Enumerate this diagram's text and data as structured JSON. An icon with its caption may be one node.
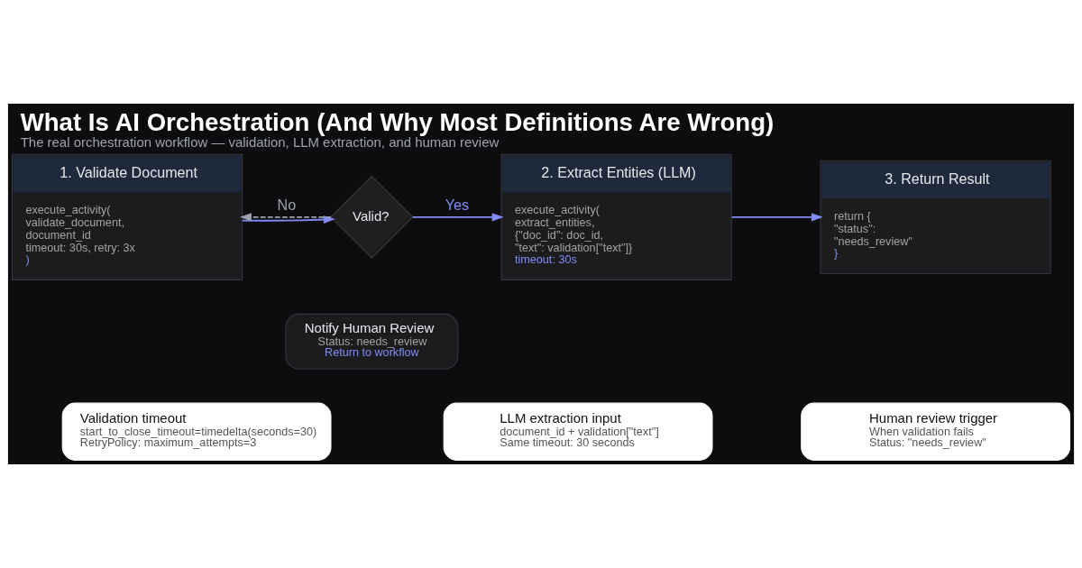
{
  "diagram": {
    "title": "What Is AI Orchestration (And Why Most Definitions Are Wrong)",
    "caption": "The real orchestration workflow — validation, LLM extraction, and human review",
    "nodes": [
      {
        "text": [
          "1. Validate Document",
          "execute_activity(",
          "validate_document,",
          "document_id",
          "timeout: 30s, retry: 3x",
          ")"
        ]
      },
      {
        "text": [
          "Valid?"
        ]
      },
      {
        "text": [
          "2. Extract Entities (LLM)",
          "execute_activity(",
          "extract_entities,",
          "{\"doc_id\": doc_id,",
          "\"text\": validation[\"text\"]}",
          "timeout: 30s"
        ]
      },
      {
        "text": [
          "3. Return Result",
          "return {",
          "\"status\":",
          "\"needs_review\"",
          "}"
        ]
      },
      {
        "text": [
          "Notify Human Review",
          "Status: needs_review",
          "Return to workflow"
        ]
      },
      {
        "text": [
          "Validation timeout",
          "start_to_close_timeout=timedelta(seconds=30)",
          "RetryPolicy: maximum_attempts=3"
        ]
      },
      {
        "text": [
          "LLM extraction input",
          "document_id + validation[\"text\"]",
          "Same timeout: 30 seconds"
        ]
      },
      {
        "text": [
          "Human review trigger",
          "When validation fails",
          "Status: \"needs_review\""
        ]
      }
    ],
    "edges": [
      {
        "from": 0,
        "to": 1,
        "arrow": "to"
      },
      {
        "from": 1,
        "to": 0,
        "arrow": "to",
        "label": "No",
        "style": "dashed",
        "color": "#9ca3af"
      },
      {
        "from": 1,
        "to": 2,
        "arrow": "to",
        "label": "Yes"
      },
      {
        "from": 2,
        "to": 3,
        "arrow": "to"
      }
    ]
  }
}
